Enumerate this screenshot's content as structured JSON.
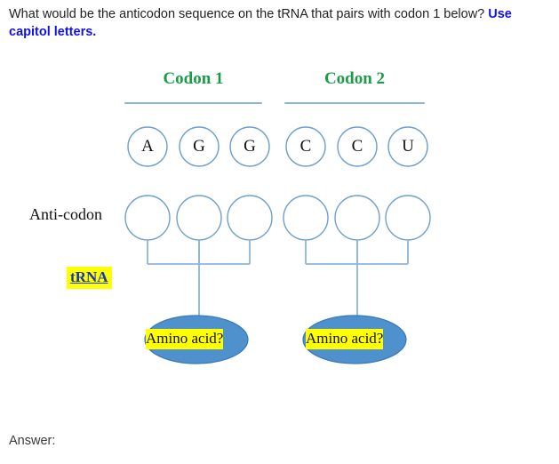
{
  "question": {
    "text_main": "What would be the anticodon sequence on the tRNA that pairs with codon 1 below?",
    "text_emphasis": "Use capitol letters."
  },
  "headers": {
    "codon1": "Codon 1",
    "codon2": "Codon 2"
  },
  "labels": {
    "anticodon": "Anti-codon",
    "trna": "tRNA",
    "amino1": "Amino acid?",
    "amino2": "Amino acid?",
    "answer": "Answer:"
  },
  "codon_bases": [
    {
      "letter": "A",
      "group": 1,
      "index": 0
    },
    {
      "letter": "G",
      "group": 1,
      "index": 1
    },
    {
      "letter": "G",
      "group": 1,
      "index": 2
    },
    {
      "letter": "C",
      "group": 2,
      "index": 0
    },
    {
      "letter": "C",
      "group": 2,
      "index": 1
    },
    {
      "letter": "U",
      "group": 2,
      "index": 2
    }
  ],
  "anticodon_bases": [
    "",
    "",
    "",
    "",
    "",
    ""
  ],
  "colors": {
    "header_green": "#1a9c49",
    "emphasis_blue": "#1111ee",
    "circle_stroke": "#6d9fd0",
    "connector_blue": "#8cb4dd",
    "ellipse_fill": "#4f91cd",
    "ellipse_stroke": "#3a7ab5",
    "highlight_yellow": "#ffff00",
    "trna_text_blue": "#1333c9",
    "body_text": "#222222"
  }
}
